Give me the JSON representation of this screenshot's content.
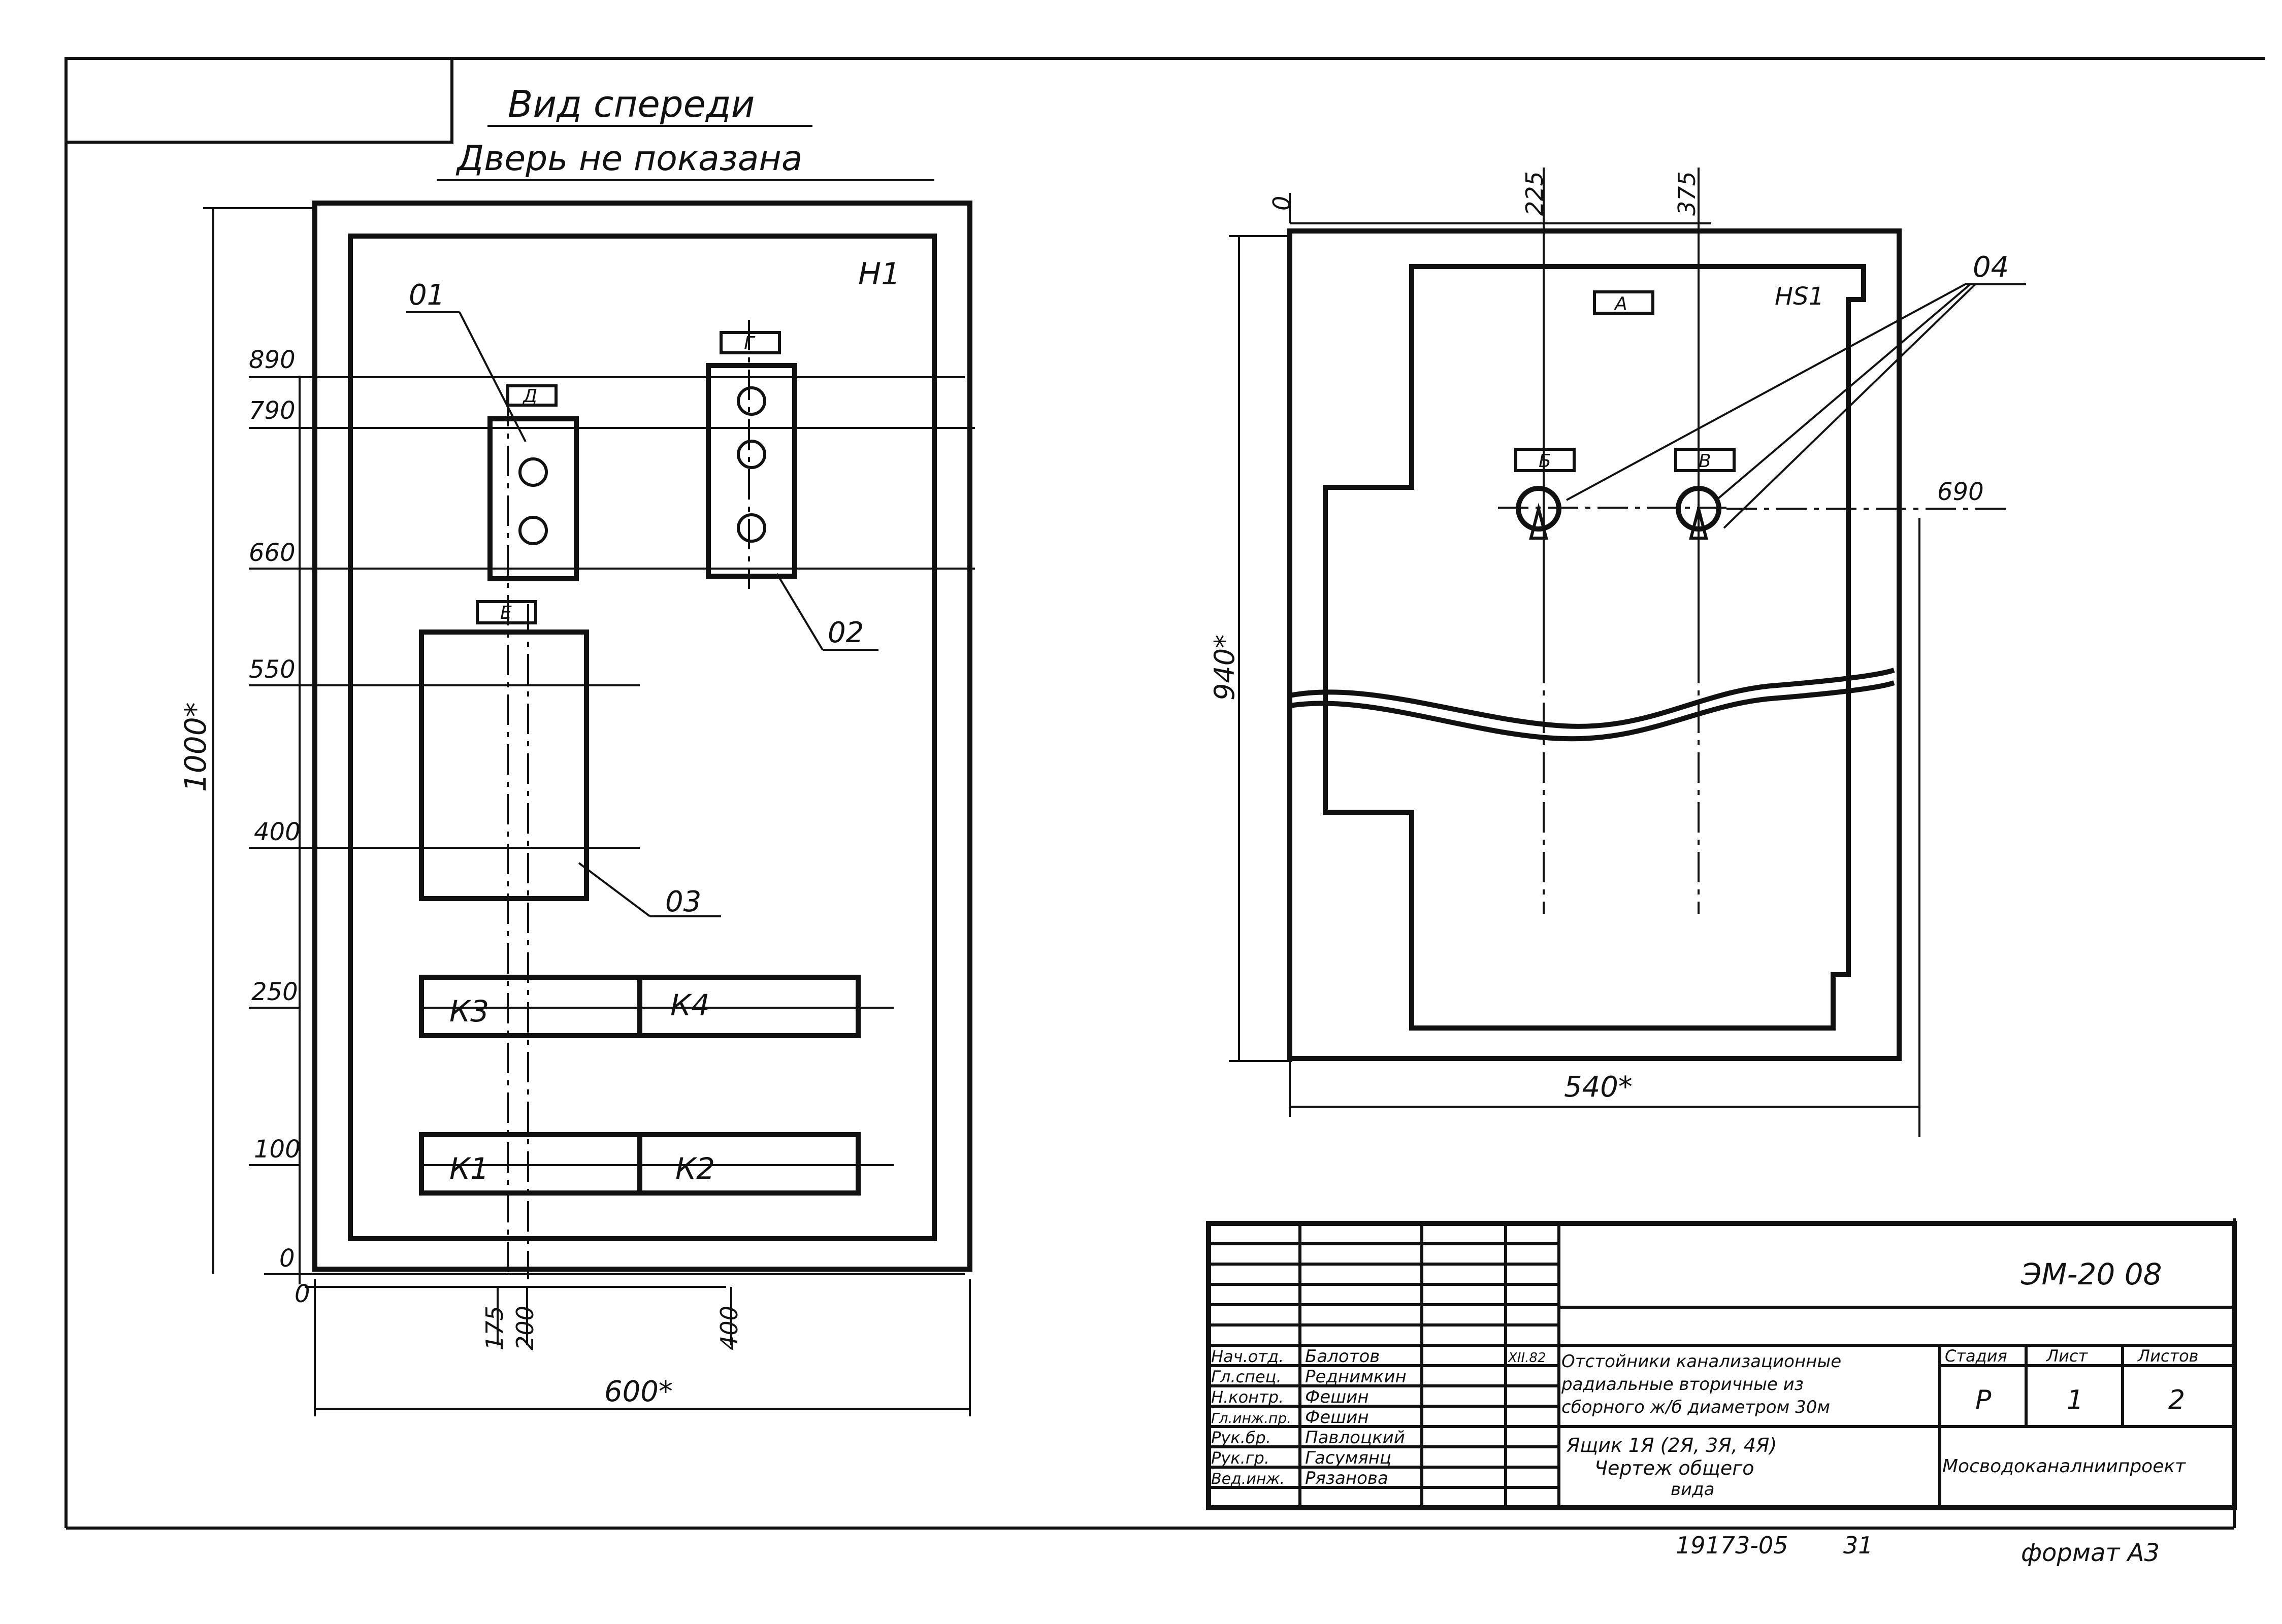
{
  "front_view": {
    "title": "Вид спереди",
    "subtitle": "Дверь не показана",
    "panel_label": "Н1",
    "dims": {
      "height": "1000*",
      "width": "600*",
      "y_890": "890",
      "y_790": "790",
      "y_660": "660",
      "y_550": "550",
      "y_400": "400",
      "y_250": "250",
      "y_100": "100",
      "y_0": "0",
      "x_0": "0",
      "x_175": "175",
      "x_200": "200",
      "x_400": "400"
    },
    "tags": {
      "d": "Д",
      "g": "Г",
      "e": "Е"
    },
    "callouts": {
      "c01": "01",
      "c02": "02",
      "c03": "03"
    },
    "terminals": {
      "k1": "К1",
      "k2": "К2",
      "k3": "К3",
      "k4": "К4"
    }
  },
  "side_view": {
    "panel_label": "НS1",
    "dims": {
      "x_0": "0",
      "x_225": "225",
      "x_375": "375",
      "y_690": "690",
      "height": "940*",
      "width": "540*"
    },
    "tags": {
      "a": "А",
      "b": "Б",
      "v": "В"
    },
    "callout": "04"
  },
  "title_block": {
    "code": "ЭМ-20 08",
    "rows": [
      {
        "role": "Нач.отд.",
        "name": "Балотов"
      },
      {
        "role": "Гл.спец.",
        "name": "Реднимкин"
      },
      {
        "role": "Н.контр.",
        "name": "Фешин"
      },
      {
        "role": "Гл.инж.пр.",
        "name": "Фешин"
      },
      {
        "role": "Рук.бр.",
        "name": "Павлоцкий"
      },
      {
        "role": "Рук.гр.",
        "name": "Гасумянц"
      },
      {
        "role": "Вед.инж.",
        "name": "Рязанова"
      }
    ],
    "date": "XII.82",
    "project": [
      "Отстойники канализационные",
      "радиальные вторичные из",
      "сборного ж/б диаметром 30м"
    ],
    "stage_h": "Стадия",
    "sheet_h": "Лист",
    "sheets_h": "Листов",
    "stage": "Р",
    "sheet": "1",
    "sheets": "2",
    "drawing": [
      "Ящик 1Я (2Я, 3Я, 4Я)",
      "Чертеж общего",
      "вида"
    ],
    "org": "Мосводоканалниипроект",
    "inv": "19173-05",
    "inv2": "31",
    "format": "формат А3"
  }
}
